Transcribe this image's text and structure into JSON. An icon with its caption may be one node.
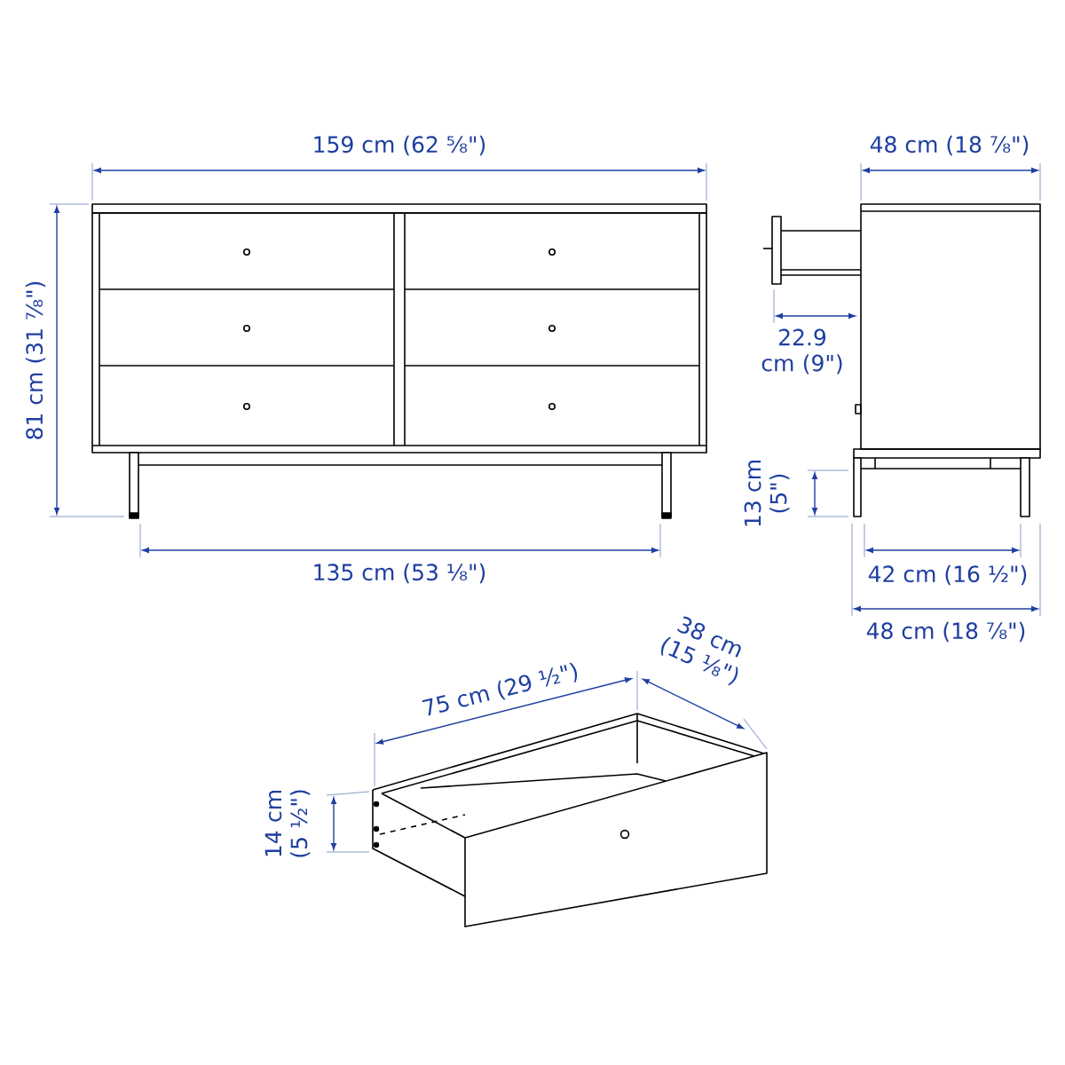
{
  "diagram": {
    "labels": [
      "159 cm (62 ⅝\")",
      "48 cm (18 ⅞\")",
      "81 cm (31 ⅞\")",
      "22.9 cm (9\")",
      "13 cm (5\")",
      "135 cm (53 ⅛\")",
      "42 cm (16 ½\")",
      "48 cm (18 ⅞\")",
      "38 cm (15 ⅛\")",
      "75 cm (29 ½\")",
      "14 cm (5 ½\")"
    ]
  }
}
